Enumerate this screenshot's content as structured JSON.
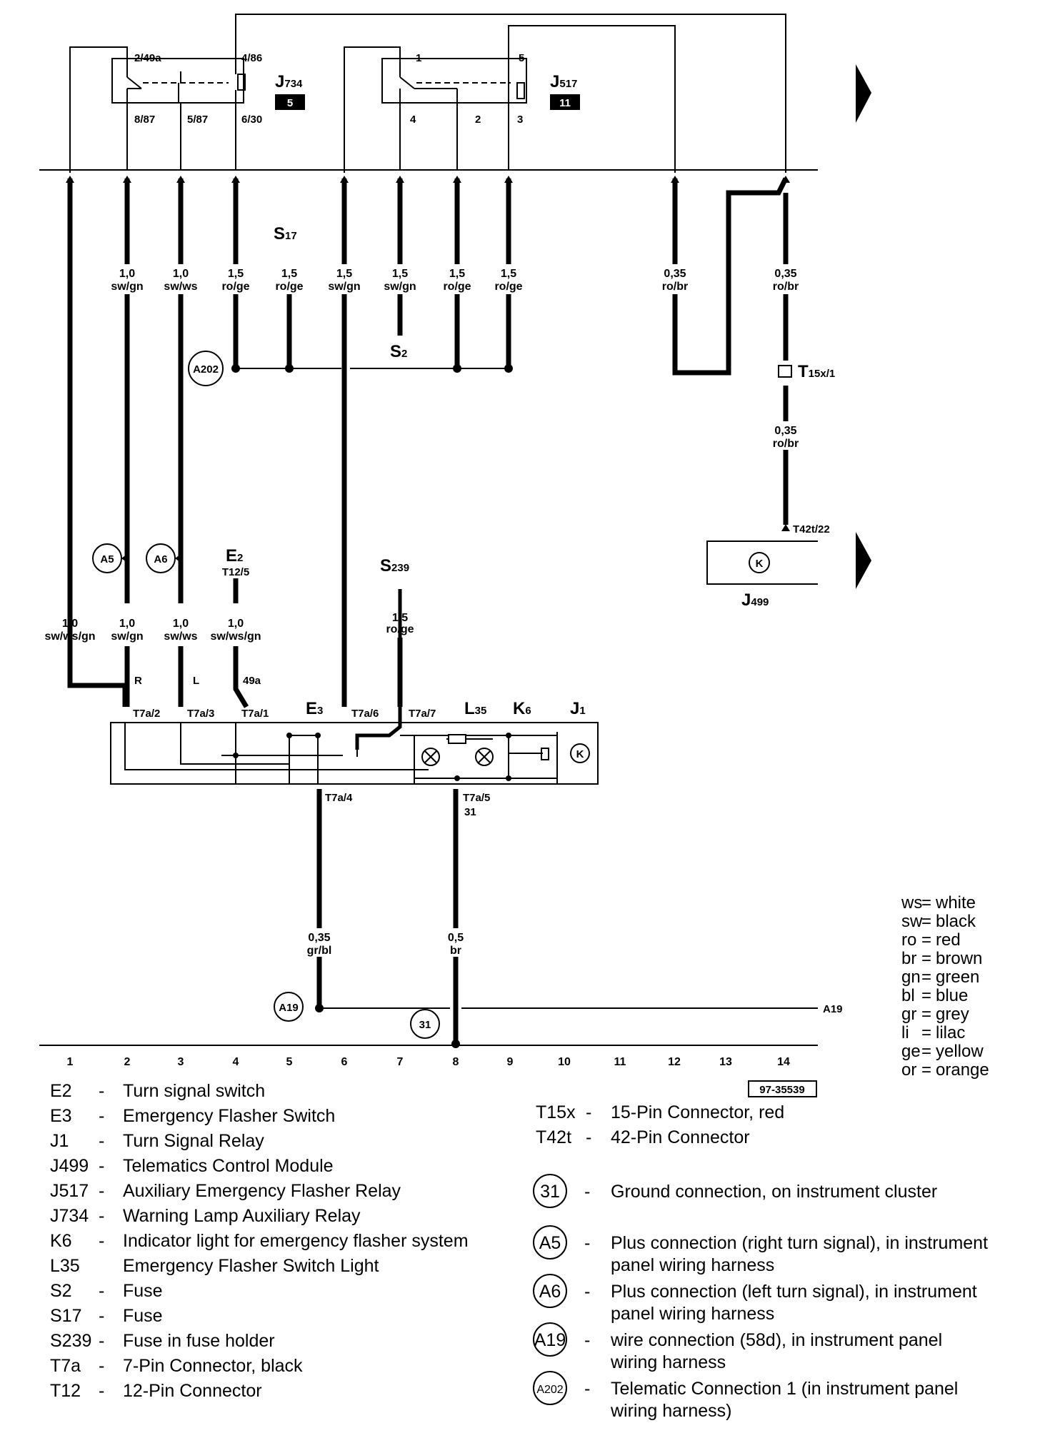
{
  "components": {
    "J734": {
      "name": "J",
      "sub": "734",
      "box": "5",
      "pins": {
        "p2_49a": "2/49a",
        "p4_86": "4/86",
        "p8_87": "8/87",
        "p5_87": "5/87",
        "p6_30": "6/30"
      }
    },
    "J517": {
      "name": "J",
      "sub": "517",
      "box": "11",
      "pins": {
        "p1": "1",
        "p5": "5",
        "p4": "4",
        "p2": "2",
        "p3": "3"
      }
    },
    "S17": {
      "name": "S",
      "sub": "17"
    },
    "S2": {
      "name": "S",
      "sub": "2"
    },
    "S239": {
      "name": "S",
      "sub": "239"
    },
    "E2": {
      "name": "E",
      "sub": "2",
      "connector": "T12/5"
    },
    "E3": {
      "name": "E",
      "sub": "3"
    },
    "L35": {
      "name": "L",
      "sub": "35"
    },
    "K6": {
      "name": "K",
      "sub": "6"
    },
    "J1": {
      "name": "J",
      "sub": "1"
    },
    "J499": {
      "name": "J",
      "sub": "499"
    },
    "T15x1": {
      "name": "T",
      "sub": "15x/1"
    },
    "K_symbol": "K"
  },
  "wires": {
    "c1_top": {
      "size": "1,0",
      "color": "sw/gn"
    },
    "c2_top": {
      "size": "1,0",
      "color": "sw/ws"
    },
    "c3_top": {
      "size": "1,5",
      "color": "ro/ge"
    },
    "c4_top": {
      "size": "1,5",
      "color": "ro/ge"
    },
    "c5_top": {
      "size": "1,5",
      "color": "sw/gn"
    },
    "c6_top": {
      "size": "1,5",
      "color": "sw/gn"
    },
    "c7_top": {
      "size": "1,5",
      "color": "ro/ge"
    },
    "c8_top": {
      "size": "1,5",
      "color": "ro/ge"
    },
    "c12_top": {
      "size": "0,35",
      "color": "ro/br"
    },
    "c14_top": {
      "size": "0,35",
      "color": "ro/br"
    },
    "c14_mid": {
      "size": "0,35",
      "color": "ro/br"
    },
    "c1_low": {
      "size": "1,0",
      "color": "sw/ws/gn"
    },
    "c2_low": {
      "size": "1,0",
      "color": "sw/gn"
    },
    "c3_low": {
      "size": "1,0",
      "color": "sw/ws"
    },
    "c4_low": {
      "size": "1,0",
      "color": "sw/ws/gn"
    },
    "s239": {
      "size": "1,5",
      "color": "ro/ge"
    },
    "gnd_a": {
      "size": "0,35",
      "color": "gr/bl"
    },
    "gnd_b": {
      "size": "0,5",
      "color": "br"
    }
  },
  "connectors": {
    "t7a2": "T7a/2",
    "t7a3": "T7a/3",
    "t7a1": "T7a/1",
    "t7a6": "T7a/6",
    "t7a7": "T7a/7",
    "t7a4": "T7a/4",
    "t7a5": "T7a/5",
    "t42t22": "T42t/22",
    "R": "R",
    "L": "L",
    "a49": "49a",
    "n31": "31"
  },
  "circles": {
    "a202": "A202",
    "a5": "A5",
    "a6": "A6",
    "a19": "A19",
    "g31": "31"
  },
  "a19_ref": "A19",
  "ref_code": "97-35539",
  "columns": [
    "1",
    "2",
    "3",
    "4",
    "5",
    "6",
    "7",
    "8",
    "9",
    "10",
    "11",
    "12",
    "13",
    "14"
  ],
  "color_key": [
    {
      "code": "ws",
      "name": "white"
    },
    {
      "code": "sw",
      "name": "black"
    },
    {
      "code": "ro",
      "name": "red"
    },
    {
      "code": "br",
      "name": "brown"
    },
    {
      "code": "gn",
      "name": "green"
    },
    {
      "code": "bl",
      "name": "blue"
    },
    {
      "code": "gr",
      "name": "grey"
    },
    {
      "code": "li",
      "name": "lilac"
    },
    {
      "code": "ge",
      "name": "yellow"
    },
    {
      "code": "or",
      "name": "orange"
    }
  ],
  "legend_left": [
    {
      "code": "E2",
      "sep": "-",
      "desc": "Turn signal switch"
    },
    {
      "code": "E3",
      "sep": "-",
      "desc": "Emergency Flasher Switch"
    },
    {
      "code": "J1",
      "sep": "-",
      "desc": "Turn Signal Relay"
    },
    {
      "code": "J499",
      "sep": "-",
      "desc": "Telematics Control Module"
    },
    {
      "code": "J517",
      "sep": "-",
      "desc": "Auxiliary Emergency Flasher Relay"
    },
    {
      "code": "J734",
      "sep": "-",
      "desc": "Warning Lamp Auxiliary Relay"
    },
    {
      "code": "K6",
      "sep": "-",
      "desc": "Indicator light for emergency flasher system"
    },
    {
      "code": "L35",
      "sep": "",
      "desc": "Emergency Flasher Switch Light"
    },
    {
      "code": "S2",
      "sep": "-",
      "desc": "Fuse"
    },
    {
      "code": "S17",
      "sep": "-",
      "desc": "Fuse"
    },
    {
      "code": "S239",
      "sep": "-",
      "desc": "Fuse in fuse holder"
    },
    {
      "code": "T7a",
      "sep": "-",
      "desc": "7-Pin Connector, black"
    },
    {
      "code": "T12",
      "sep": "-",
      "desc": "12-Pin Connector"
    }
  ],
  "legend_right_pins": [
    {
      "code": "T15x",
      "sep": "-",
      "desc": "15-Pin Connector, red"
    },
    {
      "code": "T42t",
      "sep": "-",
      "desc": "42-Pin Connector"
    }
  ],
  "legend_right_circles": [
    {
      "code": "31",
      "sep": "-",
      "line1": "Ground connection, on instrument cluster",
      "line2": ""
    },
    {
      "code": "A5",
      "sep": "-",
      "line1": "Plus connection (right turn signal), in instrument",
      "line2": "panel wiring harness"
    },
    {
      "code": "A6",
      "sep": "-",
      "line1": "Plus connection (left turn signal), in instrument",
      "line2": "panel wiring harness"
    },
    {
      "code": "A19",
      "sep": "-",
      "line1": "wire connection (58d), in instrument panel",
      "line2": "wiring harness"
    },
    {
      "code": "A202",
      "sep": "-",
      "line1": "Telematic Connection 1 (in instrument panel",
      "line2": "wiring harness)"
    }
  ]
}
